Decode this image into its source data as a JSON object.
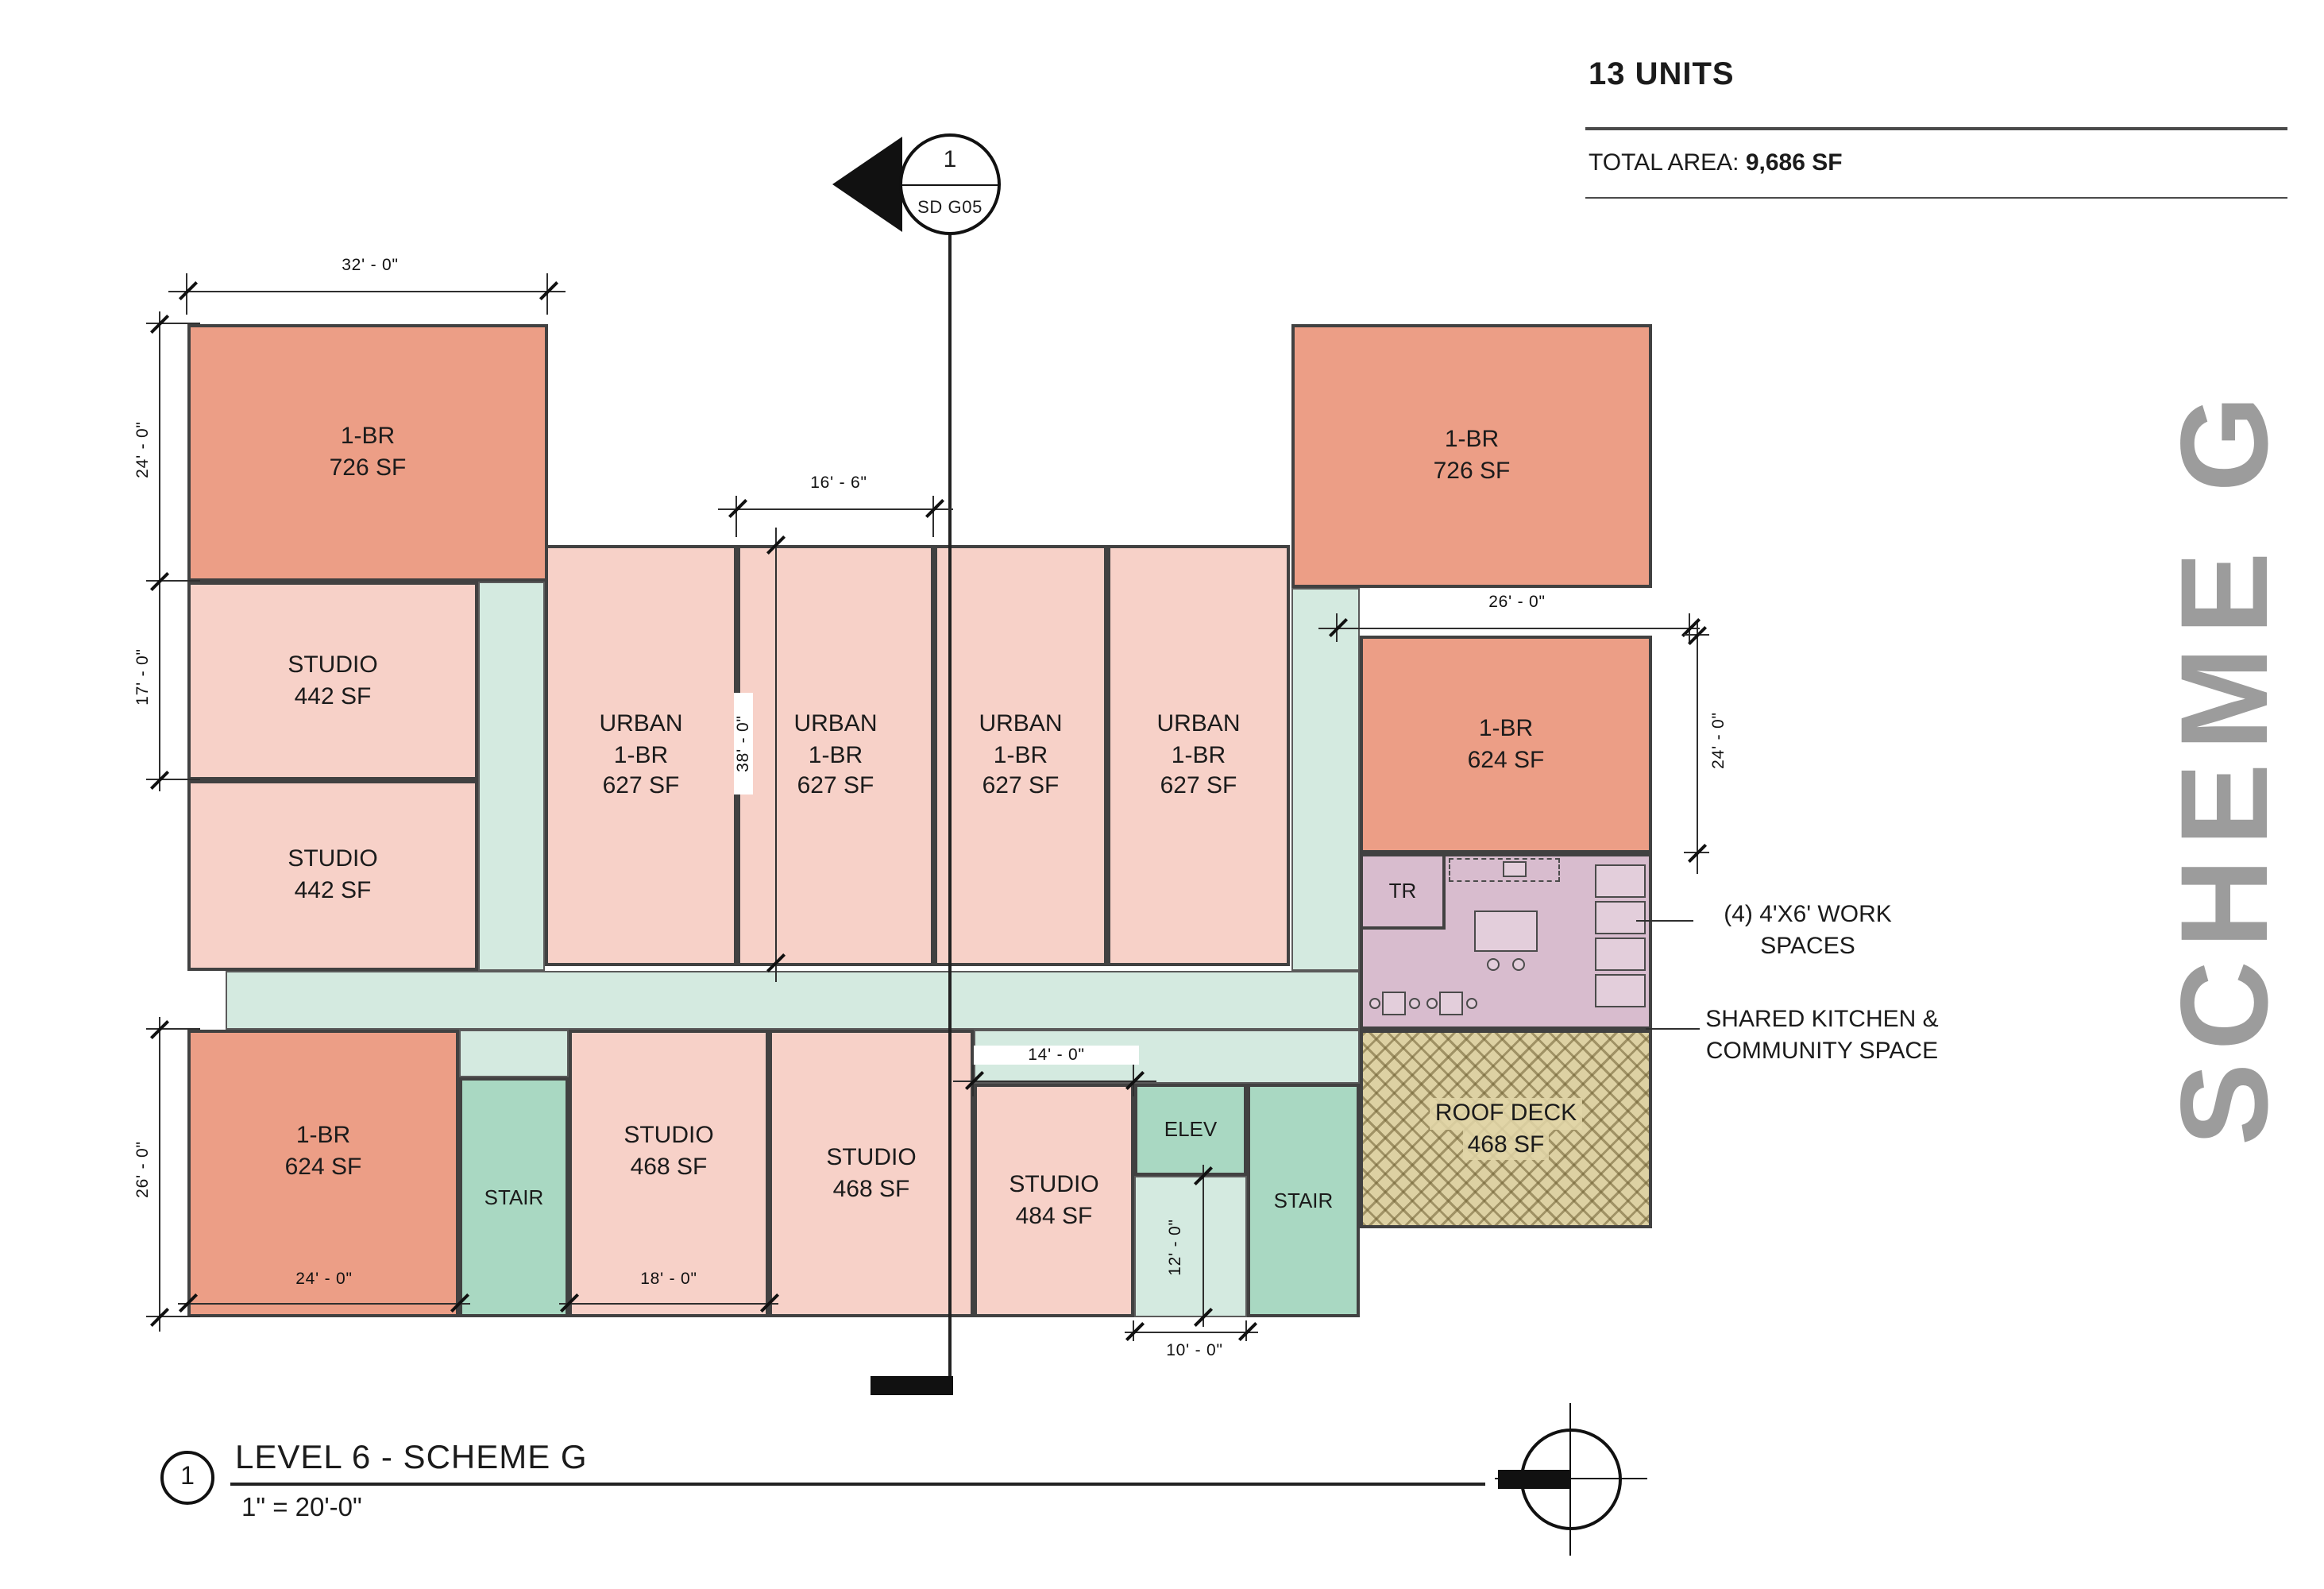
{
  "header": {
    "units": "13 UNITS",
    "total_area_label": "TOTAL AREA: ",
    "total_area_value": "9,686 SF"
  },
  "scheme_title": "SCHEME G",
  "section_marker": {
    "number": "1",
    "sheet": "SD G05"
  },
  "title_block": {
    "number": "1",
    "title": "LEVEL 6 - SCHEME G",
    "scale": "1\" = 20'-0\""
  },
  "rooms": [
    {
      "name": "1-BR",
      "area": "726 SF"
    },
    {
      "name": "STUDIO",
      "area": "442 SF"
    },
    {
      "name": "STUDIO",
      "area": "442 SF"
    },
    {
      "name": "URBAN\n1-BR",
      "area": "627 SF"
    },
    {
      "name": "URBAN\n1-BR",
      "area": "627 SF"
    },
    {
      "name": "URBAN\n1-BR",
      "area": "627 SF"
    },
    {
      "name": "URBAN\n1-BR",
      "area": "627 SF"
    },
    {
      "name": "1-BR",
      "area": "726 SF"
    },
    {
      "name": "1-BR",
      "area": "624 SF"
    },
    {
      "name": "TR",
      "area": ""
    },
    {
      "name": "ROOF DECK",
      "area": "468 SF"
    },
    {
      "name": "1-BR",
      "area": "624 SF"
    },
    {
      "name": "STAIR",
      "area": ""
    },
    {
      "name": "STUDIO",
      "area": "468 SF"
    },
    {
      "name": "STUDIO",
      "area": "468 SF"
    },
    {
      "name": "STUDIO",
      "area": "484 SF"
    },
    {
      "name": "ELEV",
      "area": ""
    },
    {
      "name": "STAIR",
      "area": ""
    }
  ],
  "dims": {
    "dim_32": "32' - 0\"",
    "dim_24_left": "24' - 0\"",
    "dim_17": "17' - 0\"",
    "dim_16_6": "16' - 6\"",
    "dim_38": "38' - 0\"",
    "dim_26_right": "26' - 0\"",
    "dim_24_right": "24' - 0\"",
    "dim_26_left": "26' - 0\"",
    "dim_24_bottom": "24' - 0\"",
    "dim_18": "18' - 0\"",
    "dim_14": "14' - 0\"",
    "dim_12": "12' - 0\"",
    "dim_10": "10' - 0\""
  },
  "annotations": {
    "work_spaces": "(4) 4'X6' WORK SPACES",
    "shared_kitchen": "SHARED KITCHEN & COMMUNITY SPACE"
  },
  "colors": {
    "one_br": "#ec9e86",
    "studio": "#f7d1c8",
    "corridor": "#d4eae0",
    "stair_elev": "#a9d8c2",
    "community": "#d8bcce",
    "roof_deck": "#ddd1a3",
    "scheme_text": "#9c9c9c"
  }
}
